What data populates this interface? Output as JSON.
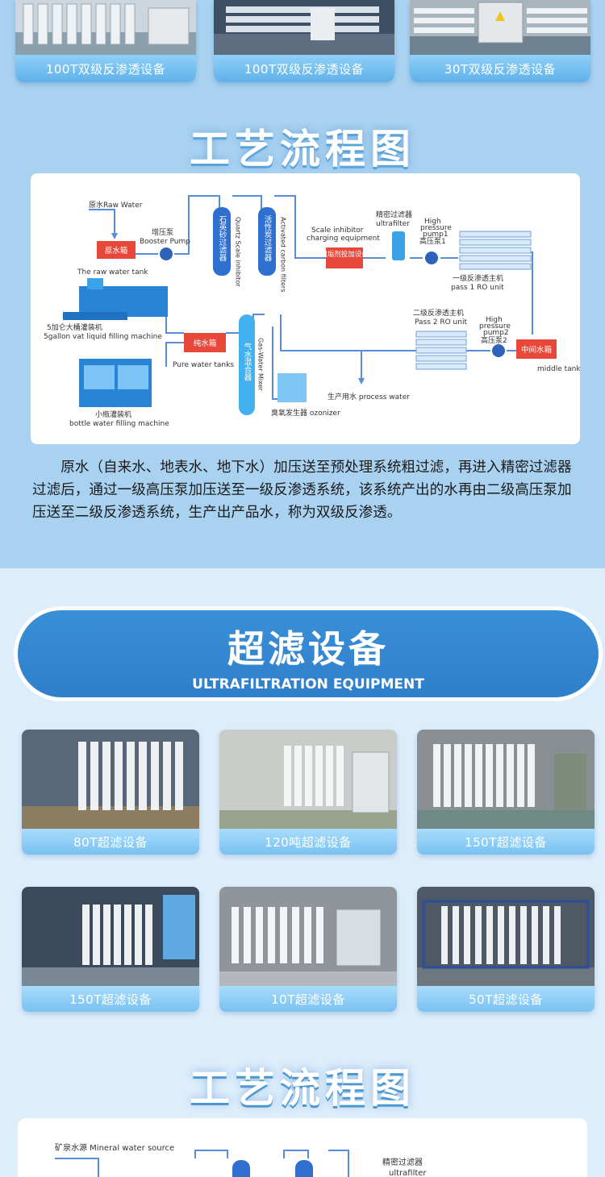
{
  "top_cards": [
    {
      "caption": "100T双级反渗透设备"
    },
    {
      "caption": "100T双级反渗透设备"
    },
    {
      "caption": "30T双级反渗透设备"
    }
  ],
  "process_title_1": "工艺流程图",
  "diagram1": {
    "raw_water": "原水Raw Water",
    "booster_cn": "增压泵",
    "booster_en": "Booster Pump",
    "raw_tank": "原水箱",
    "raw_tank_en": "The raw water tank",
    "quartz_cn": "石英砂过滤器",
    "quartz_en": "Quartz Scale inhibitor",
    "carbon_cn": "活性炭过滤器",
    "carbon_en": "Activated carbon filters",
    "inhibitor_en1": "Scale inhibitor",
    "inhibitor_en2": "charging equipment",
    "inhibitor_cn": "阻垢剂投加设备",
    "precision_cn": "精密过滤器",
    "precision_en": "ultrafilter",
    "hp1_en1": "High",
    "hp1_en2": "pressure",
    "hp1_en3": "pump1",
    "hp1_cn": "高压泵1",
    "ro1_cn": "一级反渗透主机",
    "ro1_en": "pass 1 RO unit",
    "gallon_cn": "5加仑大桶灌装机",
    "gallon_en": "5gallon vat liquid filling machine",
    "pure_tank": "纯水箱",
    "pure_tank_en": "Pure water tanks",
    "mixer_cn": "气水混合器",
    "mixer_en": "Gas-Water Mixer",
    "ro2_cn": "二级反渗透主机",
    "ro2_en": "Pass 2 RO unit",
    "hp2_en1": "High",
    "hp2_en2": "pressure",
    "hp2_en3": "pump2",
    "hp2_cn": "高压泵2",
    "middle_tank": "中间水箱",
    "middle_tank_en": "middle tank",
    "bottle_cn": "小瓶灌装机",
    "bottle_en": "bottle water filling machine",
    "process_water": "生产用水 process water",
    "ozonizer": "臭氧发生器 ozonizer"
  },
  "description": "原水（自来水、地表水、地下水）加压送至预处理系统粗过滤，再进入精密过滤器过滤后，通过一级高压泵加压送至一级反渗透系统，该系统产出的水再由二级高压泵加压送至二级反渗透系统，生产出产品水，称为双级反渗透。",
  "uf_banner": {
    "title": "超滤设备",
    "subtitle": "ULTRAFILTRATION EQUIPMENT"
  },
  "uf_cards": [
    {
      "caption": "80T超滤设备"
    },
    {
      "caption": "120吨超滤设备"
    },
    {
      "caption": "150T超滤设备"
    },
    {
      "caption": "150T超滤设备"
    },
    {
      "caption": "10T超滤设备"
    },
    {
      "caption": "50T超滤设备"
    }
  ],
  "process_title_2": "工艺流程图",
  "diagram2": {
    "mineral_source": "矿泉水源 Mineral water source",
    "precision_cn": "精密过滤器",
    "precision_en": "ultrafilter"
  },
  "colors": {
    "accent": "#3a8fd6",
    "caption_bg": "#79c1f2",
    "pipe": "#5a8cd8",
    "tank_red": "#e8483a"
  }
}
